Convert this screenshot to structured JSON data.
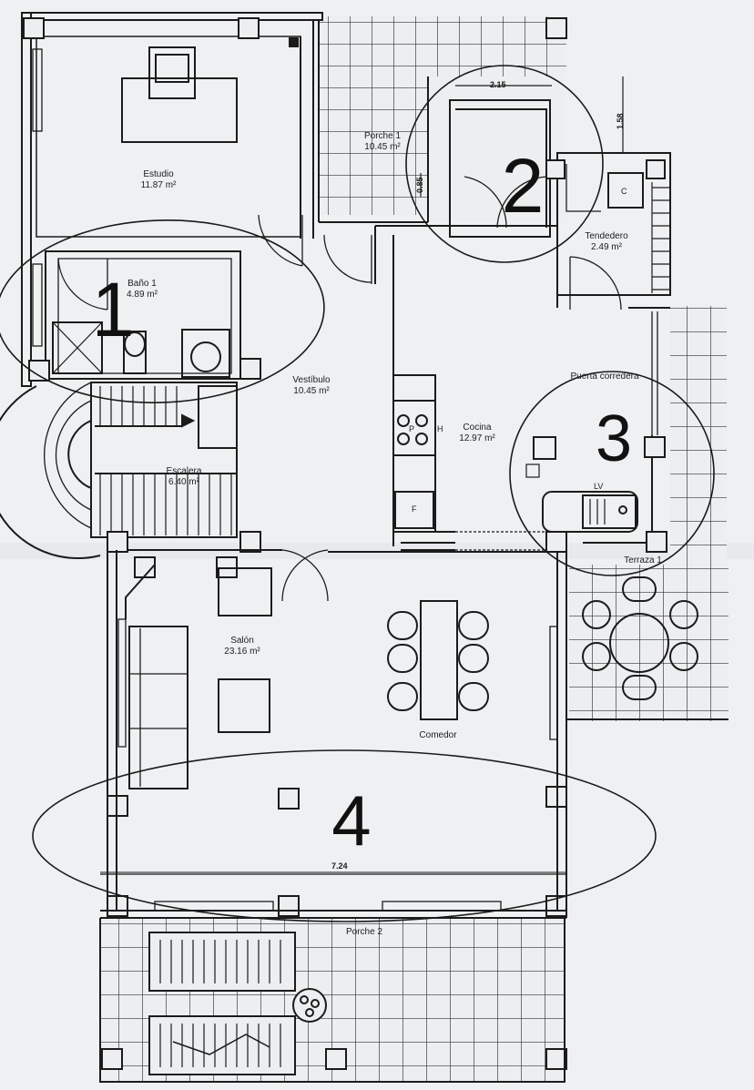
{
  "rooms": {
    "estudio": {
      "name": "Estudio",
      "area": "11.87 m²"
    },
    "porche1": {
      "name": "Porche 1",
      "area": "10.45 m²"
    },
    "tendedero": {
      "name": "Tendedero",
      "area": "2.49 m²"
    },
    "bano1": {
      "name": "Baño 1",
      "area": "4.89 m²"
    },
    "vestibulo": {
      "name": "Vestíbulo",
      "area": "10.45 m²"
    },
    "cocina": {
      "name": "Cocina",
      "area": "12.97 m²"
    },
    "escalera": {
      "name": "Escalera",
      "area": "6.40 m²"
    },
    "salon": {
      "name": "Salón",
      "area": "23.16 m²"
    },
    "comedor": {
      "name": "Comedor"
    },
    "terraza1": {
      "name": "Terraza 1"
    },
    "porche2": {
      "name": "Porche 2"
    }
  },
  "annotations": {
    "puerta_corredera": "Puerta corredera",
    "dim_top": "2.15",
    "dim_side": "1.58",
    "dim_porche": "0.85",
    "dim_bottom": "7.24",
    "hob_label": "P",
    "hood_label": "H",
    "fridge_label": "F",
    "boiler_label": "C",
    "sink_label": "LV"
  },
  "markers": [
    "1",
    "2",
    "3",
    "4"
  ]
}
